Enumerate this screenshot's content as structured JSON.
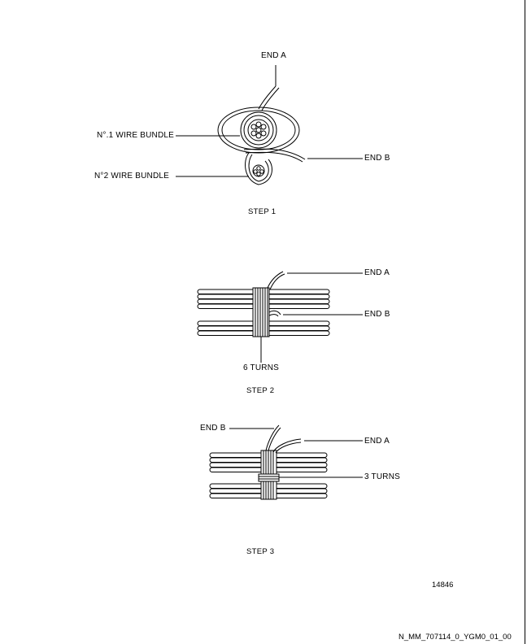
{
  "step1": {
    "end_a": "END A",
    "end_b": "END B",
    "bundle1": "N°.1 WIRE BUNDLE",
    "bundle2": "N°2 WIRE BUNDLE",
    "caption": "STEP 1"
  },
  "step2": {
    "end_a": "END A",
    "end_b": "END B",
    "turns": "6 TURNS",
    "caption": "STEP 2"
  },
  "step3": {
    "end_b": "END B",
    "end_a": "END A",
    "turns": "3 TURNS",
    "caption": "STEP 3"
  },
  "figure_number": "14846",
  "document_reference": "N_MM_707114_0_YGM0_01_00"
}
